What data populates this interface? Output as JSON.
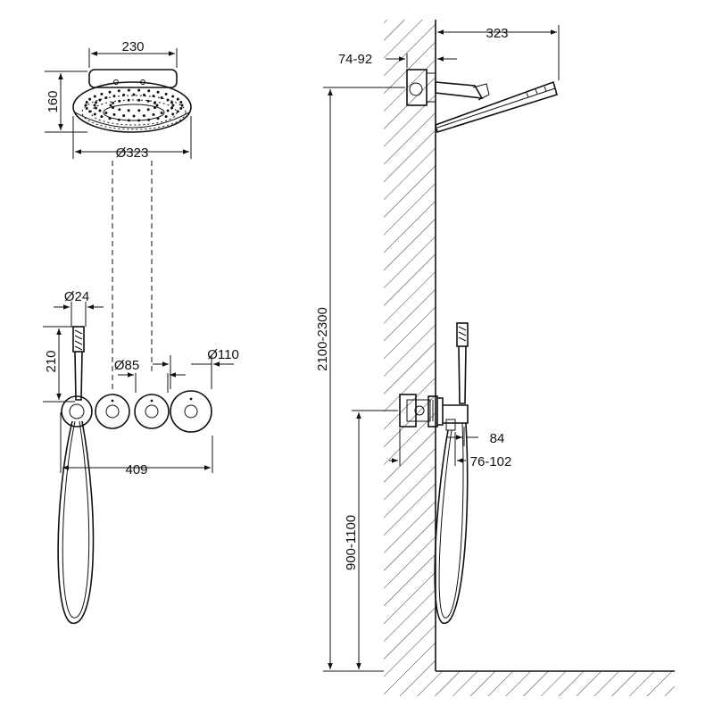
{
  "dimensions": {
    "head_width": "230",
    "head_height": "160",
    "head_diameter": "Ø323",
    "hand_diameter": "Ø24",
    "hand_length": "210",
    "valve_diameter": "Ø85",
    "plate_diameter": "Ø110",
    "total_width": "409",
    "arm_projection": "323",
    "arm_offset": "74-92",
    "head_mount_height": "2100-2300",
    "valve_mount_height": "900-1100",
    "valve_depth_a": "84",
    "valve_depth_b": "76-102"
  }
}
